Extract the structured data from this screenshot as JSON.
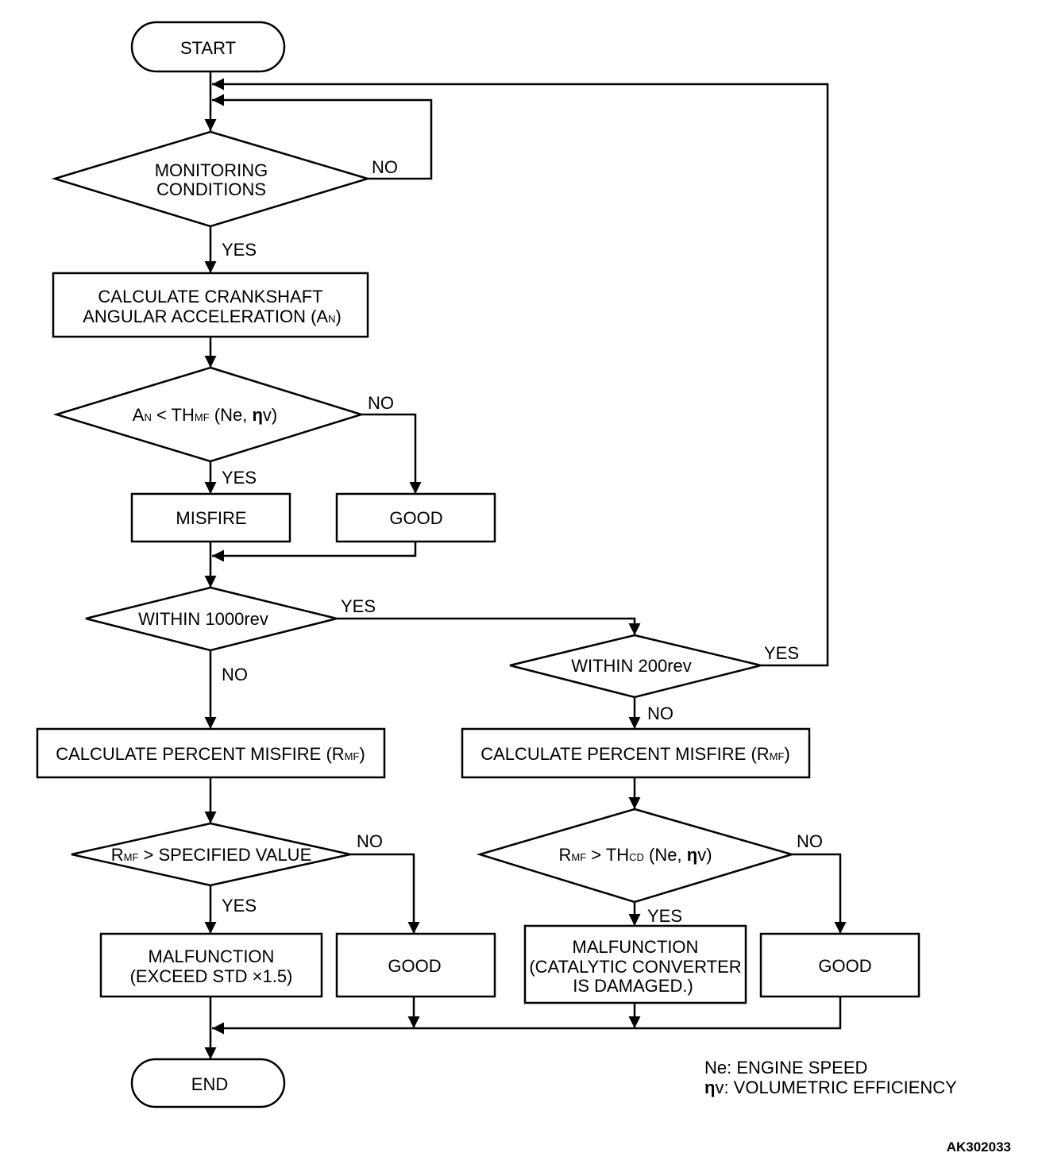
{
  "nodes": {
    "start": "START",
    "monitoring": [
      "MONITORING",
      "CONDITIONS"
    ],
    "calc_accel": [
      "CALCULATE CRANKSHAFT",
      "ANGULAR ACCELERATION (A",
      "N",
      ")"
    ],
    "decision_an": [
      "A",
      "N",
      " < TH",
      "MF",
      " (Ne, ",
      "η",
      "v)"
    ],
    "misfire": "MISFIRE",
    "good_1": "GOOD",
    "within_1000": "WITHIN 1000rev",
    "within_200": "WITHIN 200rev",
    "calc_percent_left": [
      "CALCULATE PERCENT MISFIRE (R",
      "MF",
      ")"
    ],
    "calc_percent_right": [
      "CALCULATE PERCENT MISFIRE (R",
      "MF",
      ")"
    ],
    "decision_spec": [
      "R",
      "MF",
      " > SPECIFIED VALUE"
    ],
    "decision_thcd": [
      "R",
      "MF",
      " > TH",
      "CD",
      " (Ne, ",
      "η",
      "v)"
    ],
    "malfunction_left": [
      "MALFUNCTION",
      "(EXCEED STD  ×1.5)"
    ],
    "good_2": "GOOD",
    "malfunction_right": [
      "MALFUNCTION",
      "(CATALYTIC CONVERTER",
      "IS DAMAGED.)"
    ],
    "good_3": "GOOD",
    "end": "END"
  },
  "edge_labels": {
    "yes": "YES",
    "no": "NO"
  },
  "legend": {
    "ne": "Ne: ENGINE SPEED",
    "eta_symbol": "η",
    "eta": "v: VOLUMETRIC EFFICIENCY"
  },
  "figure_code": "AK302033"
}
